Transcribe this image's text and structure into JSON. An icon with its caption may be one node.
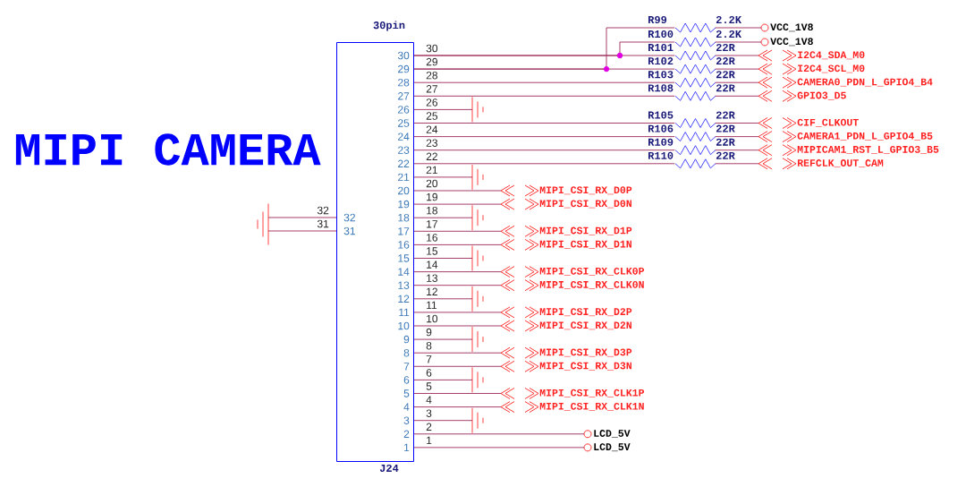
{
  "diagram": {
    "title": "MIPI CAMERA",
    "nodes": [
      {
        "text": [
          "30pin",
          "J24"
        ]
      },
      {
        "text": [
          "R99",
          "2.2K"
        ]
      },
      {
        "text": [
          "R100",
          "2.2K"
        ]
      },
      {
        "text": [
          "R101",
          "22R"
        ]
      },
      {
        "text": [
          "R102",
          "22R"
        ]
      },
      {
        "text": [
          "R103",
          "22R"
        ]
      },
      {
        "text": [
          "R108",
          "22R"
        ]
      },
      {
        "text": [
          "R105",
          "22R"
        ]
      },
      {
        "text": [
          "R106",
          "22R"
        ]
      },
      {
        "text": [
          "R109",
          "22R"
        ]
      },
      {
        "text": [
          "R110",
          "22R"
        ]
      },
      {
        "text": [
          "VCC_1V8"
        ]
      },
      {
        "text": [
          "VCC_1V8"
        ]
      },
      {
        "text": [
          "I2C4_SDA_M0"
        ]
      },
      {
        "text": [
          "I2C4_SCL_M0"
        ]
      },
      {
        "text": [
          "CAMERA0_PDN_L_GPIO4_B4"
        ]
      },
      {
        "text": [
          "GPIO3_D5"
        ]
      },
      {
        "text": [
          "CIF_CLKOUT"
        ]
      },
      {
        "text": [
          "CAMERA1_PDN_L_GPIO4_B5"
        ]
      },
      {
        "text": [
          "MIPICAM1_RST_L_GPIO3_B5"
        ]
      },
      {
        "text": [
          "REFCLK_OUT_CAM"
        ]
      },
      {
        "text": [
          "MIPI_CSI_RX_D0P"
        ]
      },
      {
        "text": [
          "MIPI_CSI_RX_D0N"
        ]
      },
      {
        "text": [
          "MIPI_CSI_RX_D1P"
        ]
      },
      {
        "text": [
          "MIPI_CSI_RX_D1N"
        ]
      },
      {
        "text": [
          "MIPI_CSI_RX_CLK0P"
        ]
      },
      {
        "text": [
          "MIPI_CSI_RX_CLK0N"
        ]
      },
      {
        "text": [
          "MIPI_CSI_RX_D2P"
        ]
      },
      {
        "text": [
          "MIPI_CSI_RX_D2N"
        ]
      },
      {
        "text": [
          "MIPI_CSI_RX_D3P"
        ]
      },
      {
        "text": [
          "MIPI_CSI_RX_D3N"
        ]
      },
      {
        "text": [
          "MIPI_CSI_RX_CLK1P"
        ]
      },
      {
        "text": [
          "MIPI_CSI_RX_CLK1N"
        ]
      },
      {
        "text": [
          "LCD_5V"
        ]
      },
      {
        "text": [
          "LCD_5V"
        ]
      },
      {
        "text": [],
        "shape": "ground"
      },
      {
        "text": [],
        "shape": "ground"
      },
      {
        "text": [],
        "shape": "ground"
      },
      {
        "text": [],
        "shape": "ground"
      },
      {
        "text": [],
        "shape": "ground"
      },
      {
        "text": [],
        "shape": "ground"
      },
      {
        "text": [],
        "shape": "ground"
      },
      {
        "text": [],
        "shape": "ground"
      },
      {
        "text": [],
        "shape": "ground"
      }
    ],
    "edges": [
      {
        "from": 0,
        "to": 3,
        "arrow": "none"
      },
      {
        "from": 0,
        "to": 2,
        "arrow": "none"
      },
      {
        "from": 0,
        "to": 4,
        "arrow": "none"
      },
      {
        "from": 0,
        "to": 1,
        "arrow": "none"
      },
      {
        "from": 0,
        "to": 5,
        "arrow": "none"
      },
      {
        "from": 0,
        "to": 6,
        "arrow": "none"
      },
      {
        "from": 0,
        "to": 36,
        "arrow": "none"
      },
      {
        "from": 0,
        "to": 7,
        "arrow": "none"
      },
      {
        "from": 0,
        "to": 8,
        "arrow": "none"
      },
      {
        "from": 0,
        "to": 9,
        "arrow": "none"
      },
      {
        "from": 0,
        "to": 10,
        "arrow": "none"
      },
      {
        "from": 0,
        "to": 37,
        "arrow": "none"
      },
      {
        "from": 0,
        "to": 21,
        "arrow": "none"
      },
      {
        "from": 0,
        "to": 22,
        "arrow": "none"
      },
      {
        "from": 0,
        "to": 38,
        "arrow": "none"
      },
      {
        "from": 0,
        "to": 23,
        "arrow": "none"
      },
      {
        "from": 0,
        "to": 24,
        "arrow": "none"
      },
      {
        "from": 0,
        "to": 39,
        "arrow": "none"
      },
      {
        "from": 0,
        "to": 25,
        "arrow": "none"
      },
      {
        "from": 0,
        "to": 26,
        "arrow": "none"
      },
      {
        "from": 0,
        "to": 40,
        "arrow": "none"
      },
      {
        "from": 0,
        "to": 27,
        "arrow": "none"
      },
      {
        "from": 0,
        "to": 28,
        "arrow": "none"
      },
      {
        "from": 0,
        "to": 41,
        "arrow": "none"
      },
      {
        "from": 0,
        "to": 29,
        "arrow": "none"
      },
      {
        "from": 0,
        "to": 30,
        "arrow": "none"
      },
      {
        "from": 0,
        "to": 42,
        "arrow": "none"
      },
      {
        "from": 0,
        "to": 31,
        "arrow": "none"
      },
      {
        "from": 0,
        "to": 32,
        "arrow": "none"
      },
      {
        "from": 0,
        "to": 43,
        "arrow": "none"
      },
      {
        "from": 0,
        "to": 33,
        "arrow": "none"
      },
      {
        "from": 0,
        "to": 34,
        "arrow": "none"
      },
      {
        "from": 0,
        "to": 35,
        "arrow": "none"
      },
      {
        "from": 0,
        "to": 35,
        "arrow": "none"
      },
      {
        "from": 1,
        "to": 11,
        "arrow": "none"
      },
      {
        "from": 2,
        "to": 12,
        "arrow": "none"
      },
      {
        "from": 3,
        "to": 13,
        "arrow": "none"
      },
      {
        "from": 4,
        "to": 14,
        "arrow": "none"
      },
      {
        "from": 5,
        "to": 15,
        "arrow": "none"
      },
      {
        "from": 6,
        "to": 16,
        "arrow": "none"
      },
      {
        "from": 7,
        "to": 17,
        "arrow": "none"
      },
      {
        "from": 8,
        "to": 18,
        "arrow": "none"
      },
      {
        "from": 9,
        "to": 19,
        "arrow": "none"
      },
      {
        "from": 10,
        "to": 20,
        "arrow": "none"
      }
    ],
    "labels": [
      "30",
      "30",
      "29",
      "29",
      "28",
      "28",
      "27",
      "27",
      "26",
      "26",
      "25",
      "25",
      "24",
      "24",
      "23",
      "23",
      "22",
      "22",
      "21",
      "21",
      "20",
      "20",
      "19",
      "19",
      "18",
      "18",
      "17",
      "17",
      "16",
      "16",
      "15",
      "15",
      "14",
      "14",
      "13",
      "13",
      "12",
      "12",
      "11",
      "11",
      "10",
      "10",
      "9",
      "9",
      "8",
      "8",
      "7",
      "7",
      "6",
      "6",
      "5",
      "5",
      "4",
      "4",
      "3",
      "3",
      "2",
      "2",
      "1",
      "1",
      "32",
      "32",
      "31",
      "31"
    ]
  }
}
